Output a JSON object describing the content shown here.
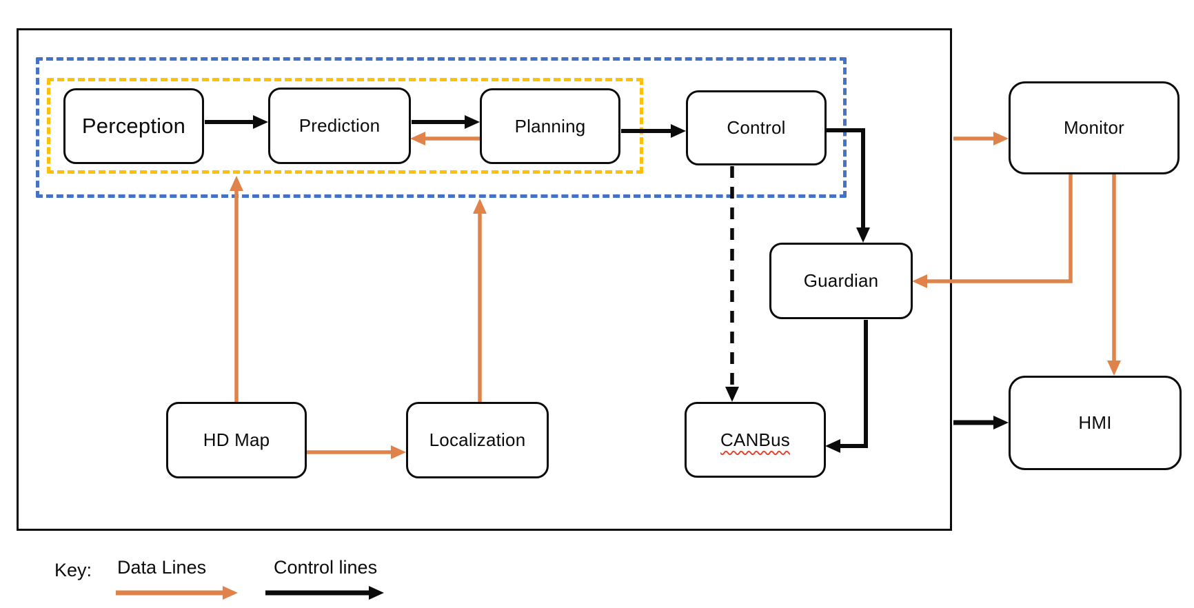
{
  "diagram": {
    "nodes": {
      "perception": {
        "label": "Perception"
      },
      "prediction": {
        "label": "Prediction"
      },
      "planning": {
        "label": "Planning"
      },
      "control": {
        "label": "Control"
      },
      "monitor": {
        "label": "Monitor"
      },
      "guardian": {
        "label": "Guardian"
      },
      "hd_map": {
        "label": "HD Map"
      },
      "localization": {
        "label": "Localization"
      },
      "canbus": {
        "label": "CANBus"
      },
      "hmi": {
        "label": "HMI"
      }
    },
    "groups": {
      "blue_group": {
        "style": "blue-dashed",
        "contains": [
          "perception",
          "prediction",
          "planning",
          "control"
        ]
      },
      "yellow_group": {
        "style": "yellow-dashed",
        "contains": [
          "perception",
          "prediction",
          "planning"
        ]
      }
    },
    "edges": [
      {
        "from": "perception",
        "to": "prediction",
        "type": "control"
      },
      {
        "from": "prediction",
        "to": "planning",
        "type": "control"
      },
      {
        "from": "planning",
        "to": "prediction",
        "type": "data"
      },
      {
        "from": "planning",
        "to": "control",
        "type": "control"
      },
      {
        "from": "control",
        "to": "guardian",
        "type": "control"
      },
      {
        "from": "control",
        "to": "canbus",
        "type": "control-dashed"
      },
      {
        "from": "guardian",
        "to": "canbus",
        "type": "control"
      },
      {
        "from": "hd_map",
        "to": "yellow_group",
        "type": "data"
      },
      {
        "from": "hd_map",
        "to": "localization",
        "type": "data"
      },
      {
        "from": "localization",
        "to": "blue_group",
        "type": "data"
      },
      {
        "from": "outer_box",
        "to": "monitor",
        "type": "data"
      },
      {
        "from": "monitor",
        "to": "guardian",
        "type": "data"
      },
      {
        "from": "monitor",
        "to": "hmi",
        "type": "data"
      },
      {
        "from": "outer_box",
        "to": "hmi",
        "type": "control"
      }
    ],
    "key": {
      "title": "Key:",
      "data_lines_label": "Data Lines",
      "control_lines_label": "Control lines"
    },
    "colors": {
      "data_line": "#E0834A",
      "control_line": "#000000",
      "blue_group_border": "#4472C4",
      "yellow_group_border": "#FFC107",
      "box_border": "#0b0b0b",
      "spellcheck_underline": "#E8442C",
      "background": "#ffffff"
    }
  }
}
